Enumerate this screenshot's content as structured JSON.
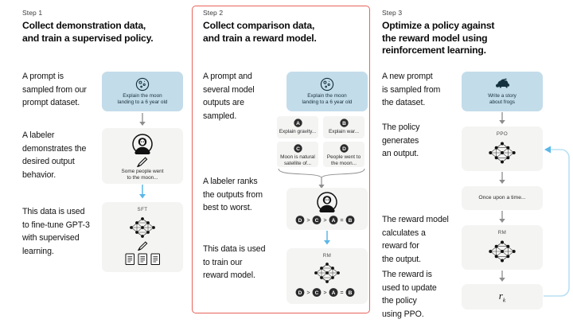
{
  "diagram": {
    "title": "InstructGPT / RLHF three-step training diagram",
    "accent_red": "#e8625a",
    "accent_blue": "#c3dcea",
    "arrow_blue": "#5bb7e8",
    "box_grey": "#f4f4f3"
  },
  "steps": [
    {
      "label": "Step 1",
      "title_line1": "Collect demonstration data,",
      "title_line2": "and train a supervised policy.",
      "paragraphs": [
        "A prompt is\nsampled from our\nprompt dataset.",
        "A labeler\ndemonstrates the\ndesired output\nbehavior.",
        "This data is used\nto fine-tune GPT-3\nwith supervised\nlearning."
      ],
      "nodes": {
        "prompt_caption": "Explain the moon\nlanding to a 6 year old",
        "prompt_icon": "moon-icon",
        "labeler_icon": "labeler-person-icon",
        "labeler_pencil_icon": "pencil-icon",
        "labeler_caption": "Some people went\nto the moon...",
        "model_tag": "SFT",
        "model_icon": "neural-network-icon",
        "docs_icon": "documents-icon"
      }
    },
    {
      "label": "Step 2",
      "title_line1": "Collect comparison data,",
      "title_line2": "and train a reward model.",
      "highlighted": true,
      "paragraphs": [
        "A prompt and\nseveral model\noutputs are\nsampled.",
        "A labeler ranks\nthe outputs from\nbest to worst.",
        "This data is used\nto train our\nreward model."
      ],
      "nodes": {
        "prompt_caption": "Explain the moon\nlanding to a 6 year old",
        "prompt_icon": "moon-icon",
        "outputs": [
          {
            "letter": "A",
            "text": "Explain gravity..."
          },
          {
            "letter": "B",
            "text": "Explain war..."
          },
          {
            "letter": "C",
            "text": "Moon is natural\nsatellite of..."
          },
          {
            "letter": "D",
            "text": "People went to\nthe moon..."
          }
        ],
        "labeler_icon": "labeler-person-icon",
        "ranking": "D > C > A = B",
        "model_tag": "RM",
        "model_icon": "neural-network-icon",
        "rm_ranking": "D > C > A = B"
      }
    },
    {
      "label": "Step 3",
      "title_line1": "Optimize a policy against",
      "title_line2": "the reward model using",
      "title_line3": "reinforcement learning.",
      "paragraphs": [
        "A new prompt\nis sampled from\nthe dataset.",
        "The policy\ngenerates\nan output.",
        "The reward model\ncalculates a\nreward for\nthe output.",
        "The reward is\nused to update\nthe policy\nusing PPO."
      ],
      "nodes": {
        "prompt_caption": "Write a story\nabout frogs",
        "prompt_icon": "frog-icon",
        "policy_tag": "PPO",
        "policy_icon": "neural-network-icon",
        "output_text": "Once upon a time...",
        "reward_tag": "RM",
        "reward_icon": "neural-network-icon",
        "reward_value": "r",
        "reward_value_sub": "k",
        "feedback_arrow": "feedback-loop-arrow"
      }
    }
  ]
}
